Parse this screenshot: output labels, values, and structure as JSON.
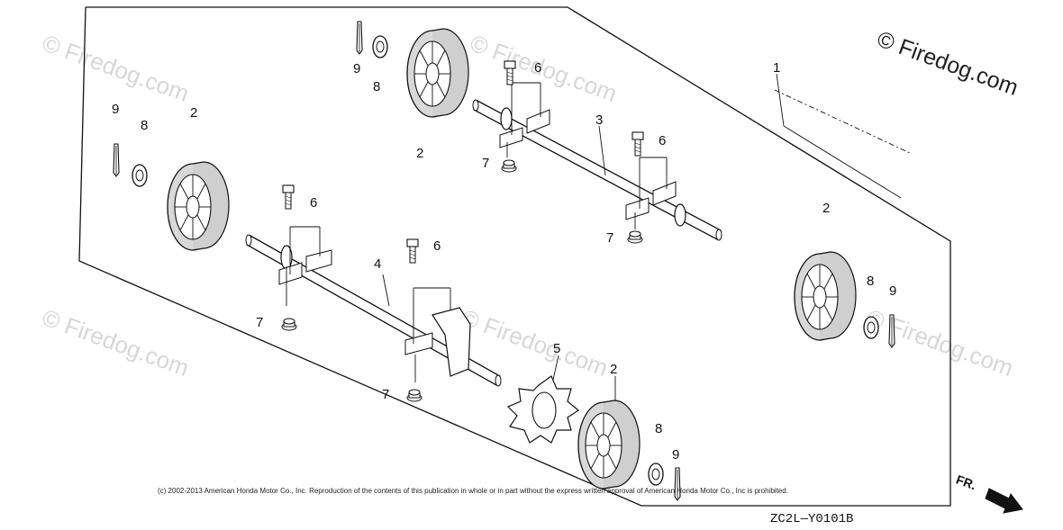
{
  "watermark": {
    "main": "© Firedog.com",
    "faint": "© Firedog.com"
  },
  "copyright": "(c) 2002-2013 American Honda Motor Co., Inc. Reproduction of the contents of this publication in whole or in part without the express written approval of American Honda Motor Co., Inc is prohibited.",
  "diagram_code": "ZC2L—Y0101B",
  "front_label": "FR.",
  "callouts": {
    "c1": "1",
    "c2a": "2",
    "c2b": "2",
    "c2c": "2",
    "c2d": "2",
    "c3": "3",
    "c4": "4",
    "c5": "5",
    "c6a": "6",
    "c6b": "6",
    "c6c": "6",
    "c6d": "6",
    "c7a": "7",
    "c7b": "7",
    "c7c": "7",
    "c7d": "7",
    "c8a": "8",
    "c8b": "8",
    "c8c": "8",
    "c8d": "8",
    "c9a": "9",
    "c9b": "9",
    "c9c": "9",
    "c9d": "9"
  }
}
